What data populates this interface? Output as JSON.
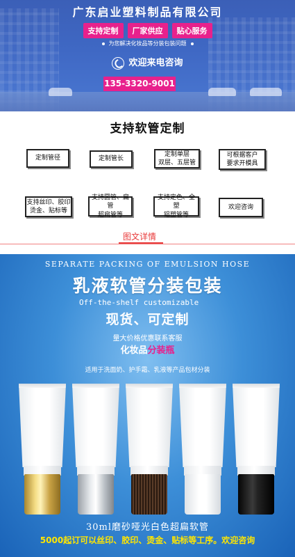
{
  "hero": {
    "company": "广东启业塑料制品有限公司",
    "tags": [
      "支持定制",
      "厂家供应",
      "贴心服务"
    ],
    "note": "为您解决化妆品等分装包装问题",
    "call": "欢迎来电咨询",
    "phone": "135-3320-9001"
  },
  "custom": {
    "title": "支持软管定制",
    "row1": [
      {
        "line1": "定制管径",
        "line2": ""
      },
      {
        "line1": "定制管长",
        "line2": ""
      },
      {
        "line1": "定制单层",
        "line2": "双层、五层管"
      },
      {
        "line1": "可根据客户",
        "line2": "要求开模具"
      }
    ],
    "row2": [
      {
        "line1": "支持丝印、胶印",
        "line2": "烫金、贴标等"
      },
      {
        "line1": "支持圆管、扁管",
        "line2": "超扁管等"
      },
      {
        "line1": "支持定色、全塑",
        "line2": "铝塑管等"
      },
      {
        "line1": "欢迎咨询",
        "line2": ""
      }
    ],
    "detail_tab": "图文详情"
  },
  "product": {
    "title_en": "SEPARATE PACKING OF EMULSION HOSE",
    "title_cn": "乳液软管分装包装",
    "offshelf": "Off-the-shelf  customizable",
    "now": "现货、可定制",
    "price": "量大价格优惠联系客服",
    "cat_a": "化妆品",
    "cat_b": "分装瓶",
    "use": "适用于洗面奶、护手霜、乳液等产品包材分装",
    "caps": [
      "gold",
      "silver",
      "brown",
      "white",
      "black"
    ],
    "desc": "30ml磨砂哑光白色超扁软管",
    "moq": "5000起订可以丝印、胶印、烫金、贴标等工序。欢迎咨询"
  }
}
